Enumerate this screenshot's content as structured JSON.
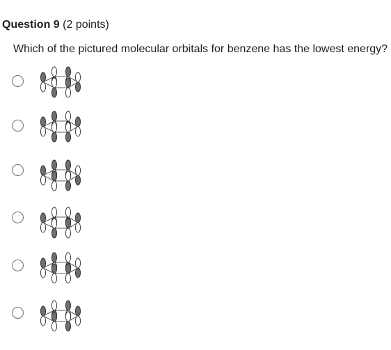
{
  "question": {
    "number_label": "Question 9",
    "points_label": "(2 points)",
    "text": "Which of the pictured molecular orbitals for benzene has the lowest energy?"
  },
  "options": [
    {
      "image_icon": "benzene-pi-orbital-diagram",
      "selected": false
    },
    {
      "image_icon": "benzene-pi-orbital-diagram",
      "selected": false
    },
    {
      "image_icon": "benzene-pi-orbital-diagram",
      "selected": false
    },
    {
      "image_icon": "benzene-pi-orbital-diagram",
      "selected": false
    },
    {
      "image_icon": "benzene-pi-orbital-diagram",
      "selected": false
    },
    {
      "image_icon": "benzene-pi-orbital-diagram",
      "selected": false
    }
  ],
  "colors": {
    "text": "#202122",
    "radio_border": "#6b6f73",
    "lobe_filled": "#6e6e6e",
    "lobe_outline": "#2b2b2b"
  }
}
